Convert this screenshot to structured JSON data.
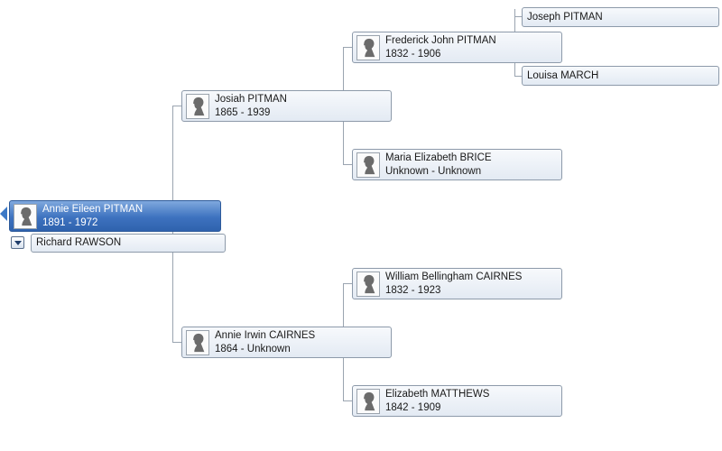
{
  "tree": {
    "root": {
      "name": "Annie Eileen PITMAN",
      "dates": "1891 - 1972"
    },
    "spouse": {
      "name": "Richard RAWSON"
    },
    "father": {
      "name": "Josiah PITMAN",
      "dates": "1865 - 1939"
    },
    "mother": {
      "name": "Annie Irwin CAIRNES",
      "dates": "1864 - Unknown"
    },
    "paternal_grandfather": {
      "name": "Frederick John PITMAN",
      "dates": "1832 - 1906"
    },
    "paternal_grandmother": {
      "name": "Maria Elizabeth BRICE",
      "dates": "Unknown - Unknown"
    },
    "maternal_grandfather": {
      "name": "William Bellingham CAIRNES",
      "dates": "1832 - 1923"
    },
    "maternal_grandmother": {
      "name": "Elizabeth MATTHEWS",
      "dates": "1842 - 1909"
    },
    "ggf": {
      "name": "Joseph PITMAN"
    },
    "ggm": {
      "name": "Louisa MARCH"
    }
  },
  "colors": {
    "selected": "#3d72bf",
    "card_border": "#8d9aaa",
    "connector": "#9aa4b0"
  },
  "icons": {
    "portrait": "silhouette-icon",
    "expander": "chevron-down-icon",
    "navigate_back": "arrow-left-icon"
  }
}
